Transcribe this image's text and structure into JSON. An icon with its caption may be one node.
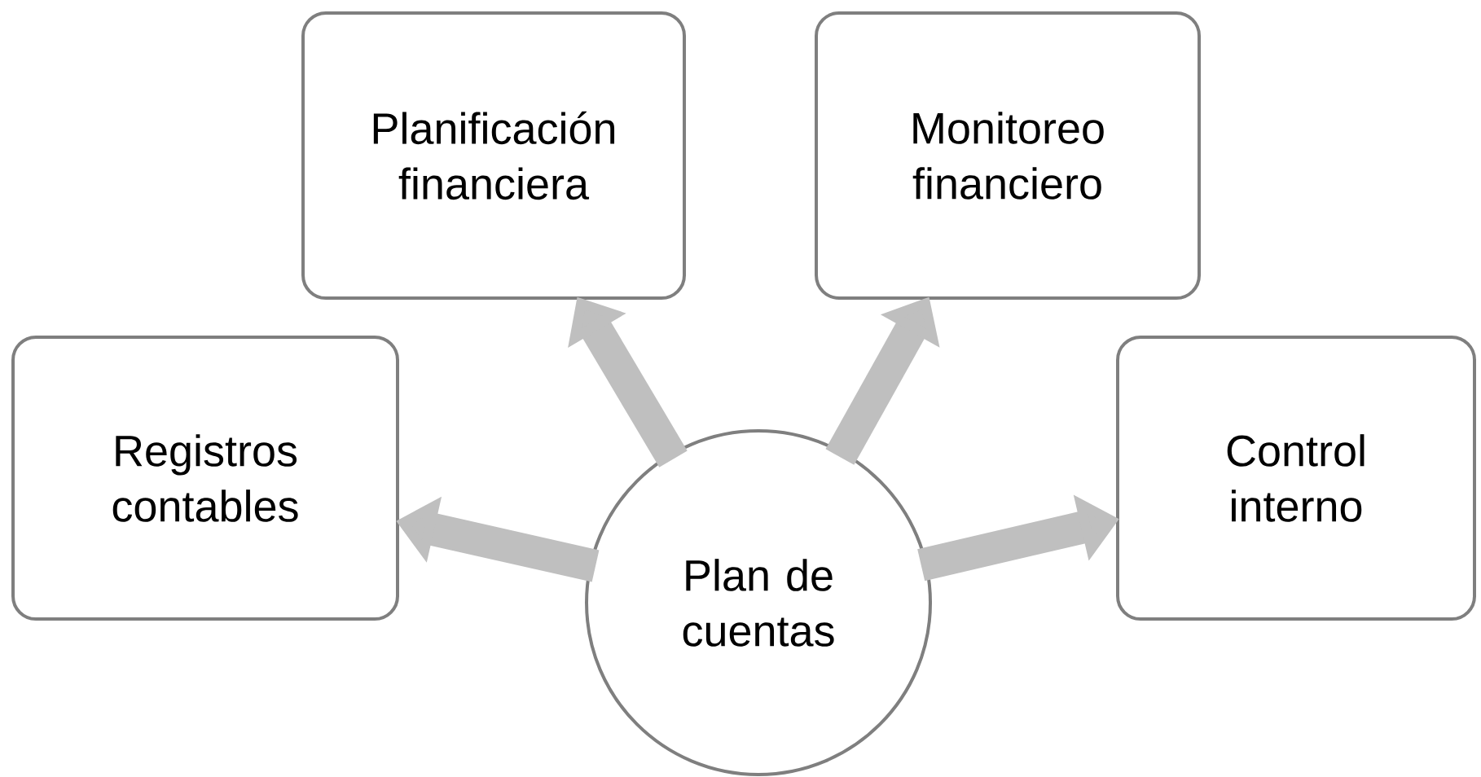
{
  "diagram": {
    "nodes": [
      {
        "text": [
          "Planificación financiera"
        ]
      },
      {
        "text": [
          "Monitoreo financiero"
        ]
      },
      {
        "text": [
          "Registros contables"
        ]
      },
      {
        "text": [
          "Plan de cuentas"
        ]
      },
      {
        "text": [
          "Control interno"
        ]
      }
    ],
    "edges": [
      {
        "from": 3,
        "to": 2,
        "arrow": "to"
      },
      {
        "from": 3,
        "to": 0,
        "arrow": "to"
      },
      {
        "from": 3,
        "to": 1,
        "arrow": "to"
      },
      {
        "from": 3,
        "to": 4,
        "arrow": "to"
      }
    ]
  }
}
